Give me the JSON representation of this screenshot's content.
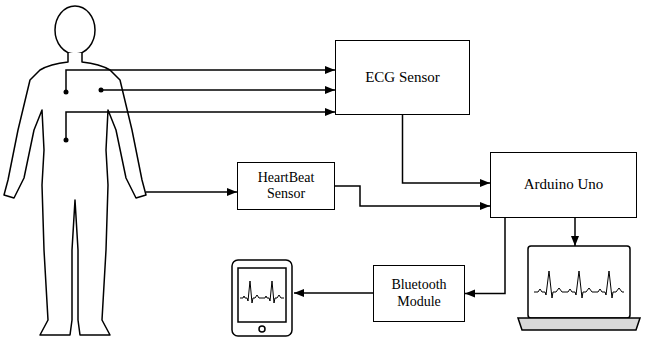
{
  "diagram": {
    "nodes": [
      {
        "text": [
          "ECG Sensor"
        ]
      },
      {
        "text": [
          "HeartBeat Sensor"
        ]
      },
      {
        "text": [
          "Arduino Uno"
        ]
      },
      {
        "text": [
          "Bluetooth Module"
        ]
      }
    ],
    "edges": [
      {
        "from": 0,
        "to": 2,
        "arrow": "to"
      },
      {
        "from": 1,
        "to": 2,
        "arrow": "to"
      },
      {
        "from": 2,
        "to": 3,
        "arrow": "to"
      }
    ]
  }
}
